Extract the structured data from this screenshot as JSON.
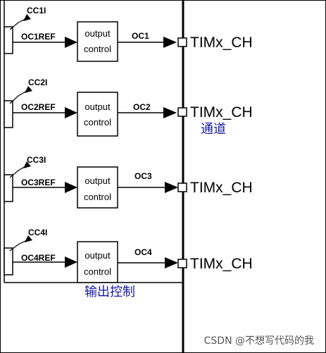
{
  "channels": [
    {
      "cc_label": "CC1I",
      "ref_label": "OC1REF",
      "box_line1": "output",
      "box_line2": "control",
      "oc_label": "OC1",
      "pin_label": "TIMx_CH"
    },
    {
      "cc_label": "CC2I",
      "ref_label": "OC2REF",
      "box_line1": "output",
      "box_line2": "control",
      "oc_label": "OC2",
      "pin_label": "TIMx_CH"
    },
    {
      "cc_label": "CC3I",
      "ref_label": "OC3REF",
      "box_line1": "output",
      "box_line2": "control",
      "oc_label": "OC3",
      "pin_label": "TIMx_CH"
    },
    {
      "cc_label": "CC4I",
      "ref_label": "OC4REF",
      "box_line1": "output",
      "box_line2": "control",
      "oc_label": "OC4",
      "pin_label": "TIMx_CH"
    }
  ],
  "annotations": {
    "channel_label": "通道",
    "output_control_label": "输出控制"
  },
  "watermark": "CSDN @不想写代码的我",
  "colors": {
    "line": "#000000",
    "annotation": "#1a1aa6",
    "watermark": "#555555"
  }
}
